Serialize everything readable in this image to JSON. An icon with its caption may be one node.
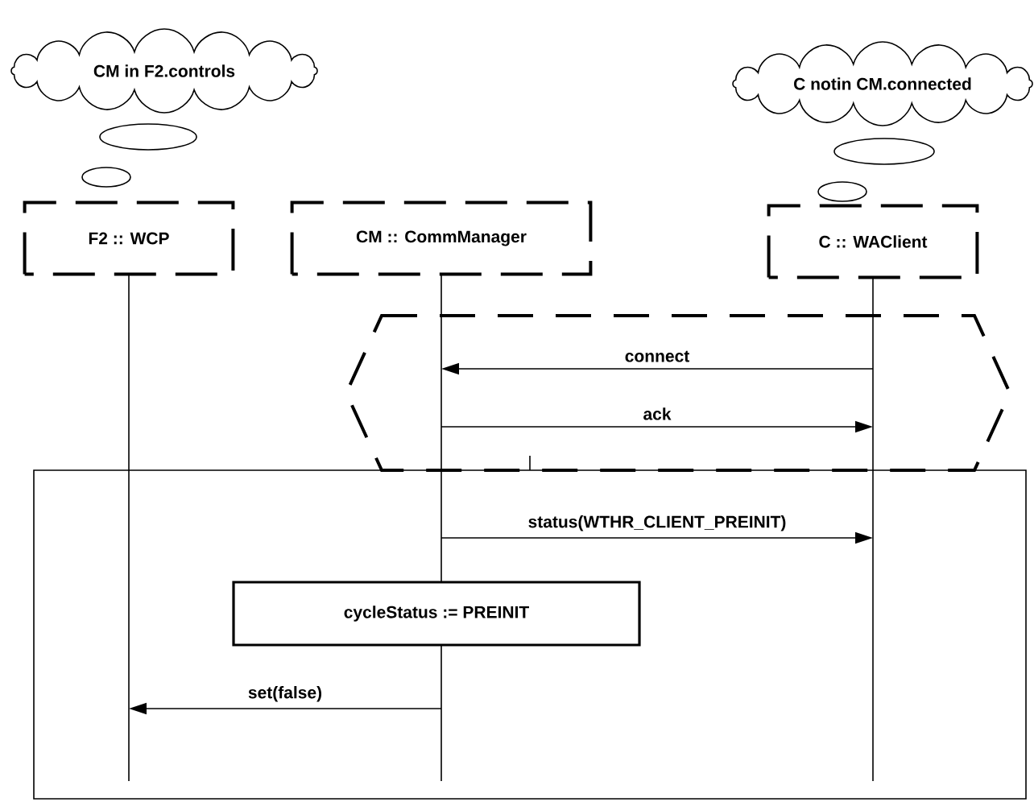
{
  "diagram": {
    "nodes": [
      {
        "text": [
          "CM in F2.controls"
        ]
      },
      {
        "text": [
          "C notin CM.connected"
        ]
      },
      {
        "text": [
          "F2 :: WCP"
        ]
      },
      {
        "text": [
          "CM :: CommManager"
        ]
      },
      {
        "text": [
          "C :: WAClient"
        ]
      },
      {
        "text": [
          "cycleStatus := PREINIT"
        ]
      }
    ],
    "edges": [
      {
        "from": 4,
        "to": 3,
        "arrow": "to",
        "label": "connect"
      },
      {
        "from": 3,
        "to": 4,
        "arrow": "to",
        "label": "ack"
      },
      {
        "from": 3,
        "to": 4,
        "arrow": "to",
        "label": "status(WTHR_CLIENT_PREINIT)"
      },
      {
        "from": 3,
        "to": 2,
        "arrow": "to",
        "label": "set(false)"
      }
    ]
  }
}
